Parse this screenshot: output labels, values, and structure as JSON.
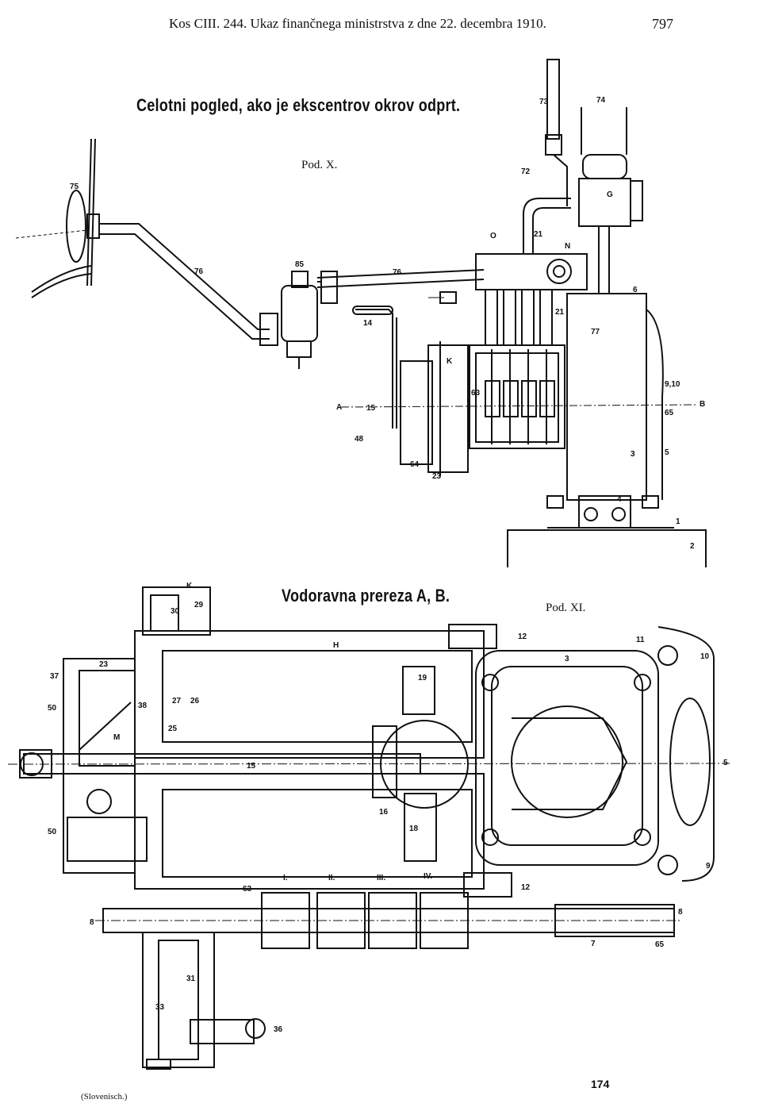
{
  "header": {
    "left": "Kos CIII. 244. Ukaz finančnega ministrstva z dne 22. decembra 1910.",
    "page_number": "797"
  },
  "figure_x": {
    "title": "Celotni pogled, ako je ekscentrov okrov odprt.",
    "caption": "Pod. X.",
    "labels": [
      "75",
      "76",
      "85",
      "76",
      "14",
      "A",
      "15",
      "48",
      "64",
      "23",
      "K",
      "73",
      "74",
      "72",
      "G",
      "O",
      "21",
      "N",
      "6",
      "21",
      "77",
      "9,10",
      "B",
      "65",
      "3",
      "5",
      "4",
      "1",
      "2",
      "63"
    ]
  },
  "figure_xi": {
    "title": "Vodoravna prereza A, B.",
    "caption": "Pod. XI.",
    "labels": [
      "K",
      "29",
      "30",
      "37",
      "23",
      "12",
      "H",
      "11",
      "3",
      "10",
      "19",
      "50",
      "38",
      "27",
      "26",
      "M",
      "25",
      "15",
      "5",
      "16",
      "18",
      "50",
      "9",
      "63",
      "I.",
      "II.",
      "III.",
      "IV.",
      "12",
      "8",
      "8",
      "7",
      "65",
      "31",
      "33",
      "36"
    ]
  },
  "footer": {
    "left": "(Slovenisch.)",
    "number": "174"
  }
}
